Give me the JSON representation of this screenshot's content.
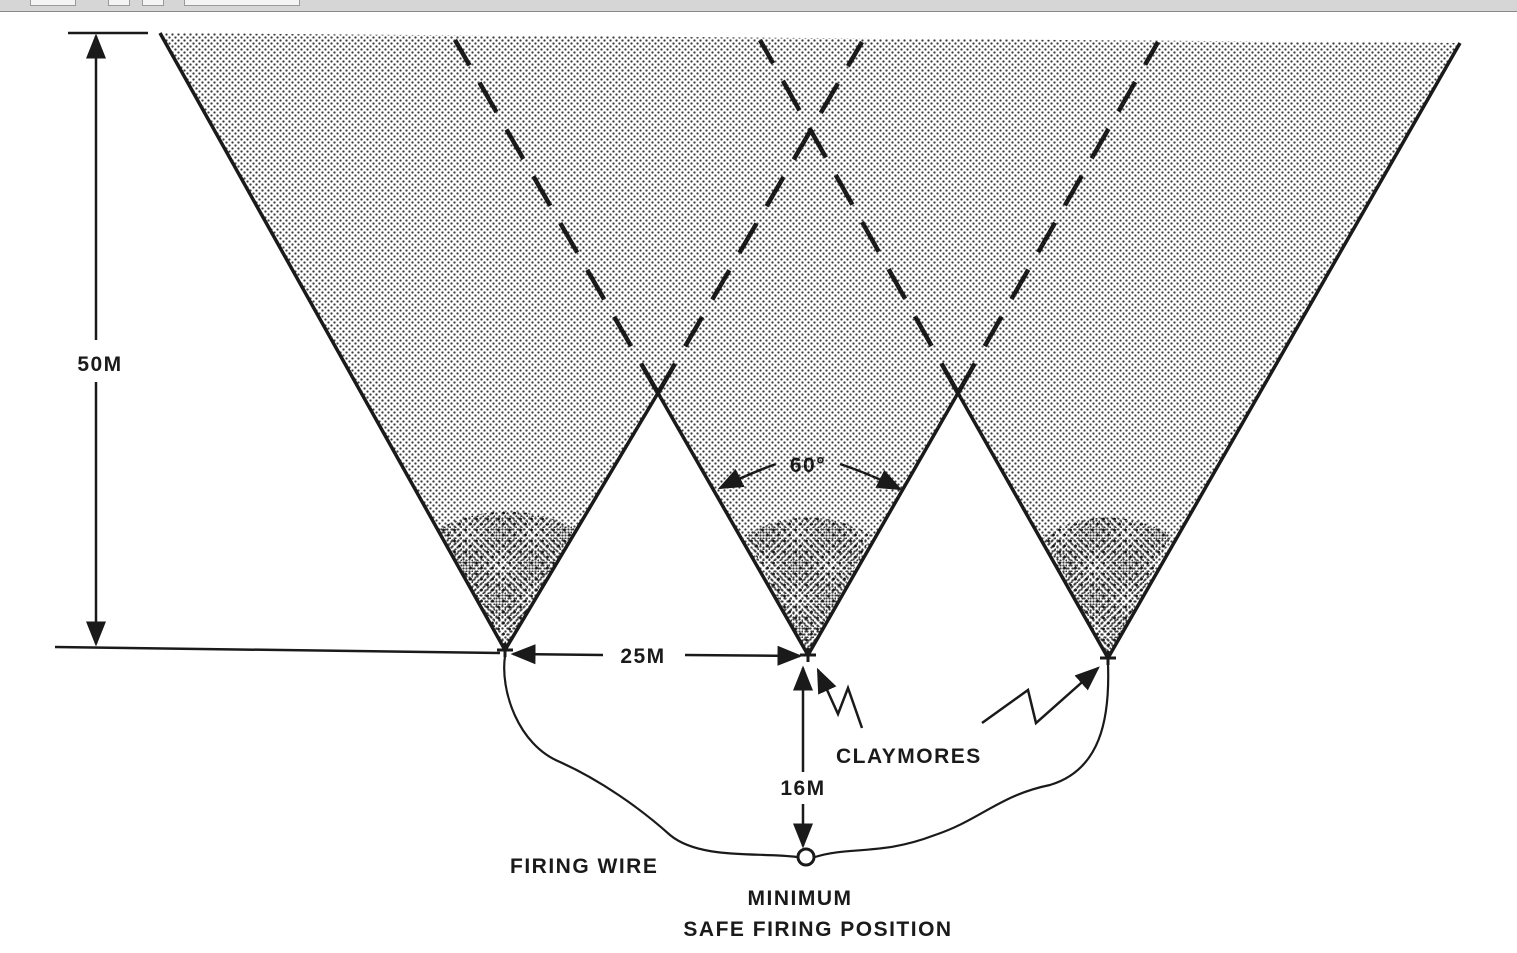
{
  "labels": {
    "height": "50M",
    "spacing": "25M",
    "angle": "60°",
    "claymores": "CLAYMORES",
    "distance": "16M",
    "firing_wire": "FIRING WIRE",
    "position_line1": "MINIMUM",
    "position_line2": "SAFE FIRING POSITION"
  },
  "colors": {
    "line": "#1a1a1a",
    "stipple": "#3a3a3a",
    "background": "#ffffff"
  }
}
